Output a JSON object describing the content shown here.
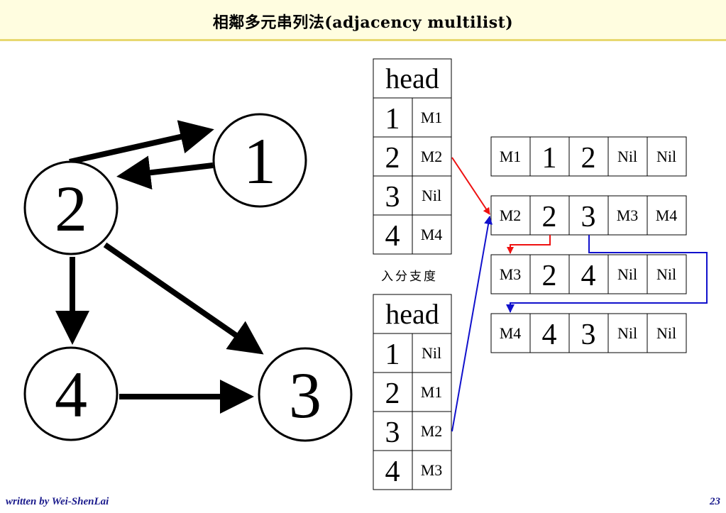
{
  "title": "相鄰多元串列法(adjacency multilist)",
  "graph": {
    "nodes": [
      "1",
      "2",
      "3",
      "4"
    ],
    "edges": [
      [
        "2",
        "1"
      ],
      [
        "1",
        "2"
      ],
      [
        "2",
        "4"
      ],
      [
        "2",
        "3"
      ],
      [
        "4",
        "3"
      ]
    ]
  },
  "out_table": {
    "header": "head",
    "rows": [
      {
        "vertex": "1",
        "ptr": "M1"
      },
      {
        "vertex": "2",
        "ptr": "M2"
      },
      {
        "vertex": "3",
        "ptr": "Nil"
      },
      {
        "vertex": "4",
        "ptr": "M4"
      }
    ]
  },
  "in_caption": "入分支度",
  "in_table": {
    "header": "head",
    "rows": [
      {
        "vertex": "1",
        "ptr": "Nil"
      },
      {
        "vertex": "2",
        "ptr": "M1"
      },
      {
        "vertex": "3",
        "ptr": "M2"
      },
      {
        "vertex": "4",
        "ptr": "M3"
      }
    ]
  },
  "multilist": [
    {
      "id": "M1",
      "from": "1",
      "to": "2",
      "next_out": "Nil",
      "next_in": "Nil"
    },
    {
      "id": "M2",
      "from": "2",
      "to": "3",
      "next_out": "M3",
      "next_in": "M4"
    },
    {
      "id": "M3",
      "from": "2",
      "to": "4",
      "next_out": "Nil",
      "next_in": "Nil"
    },
    {
      "id": "M4",
      "from": "4",
      "to": "3",
      "next_out": "Nil",
      "next_in": "Nil"
    }
  ],
  "colors": {
    "out_link": "#ee1111",
    "in_link": "#1111cc"
  },
  "footer": {
    "author": "written by Wei-ShenLai",
    "page": "23"
  }
}
